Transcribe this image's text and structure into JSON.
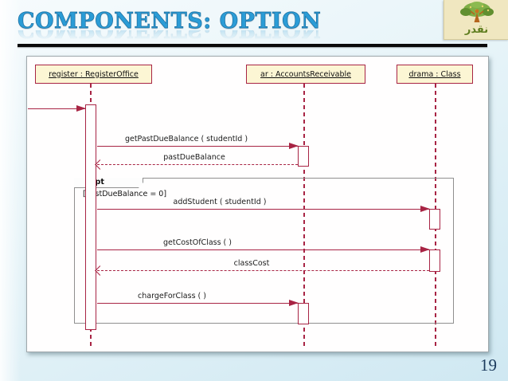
{
  "title": "COMPONENTS: OPTION",
  "page_number": "19",
  "logo": {
    "arabic_text": "نقدر"
  },
  "diagram": {
    "participants": [
      {
        "label": "register : RegisterOffice"
      },
      {
        "label": "ar : AccountsReceivable"
      },
      {
        "label": "drama : Class"
      }
    ],
    "fragment": {
      "operator": "opt",
      "guard": "[pastDueBalance = 0]"
    },
    "messages": [
      {
        "label": "getPastDueBalance ( studentId )",
        "type": "sync"
      },
      {
        "label": "pastDueBalance",
        "type": "return"
      },
      {
        "label": "addStudent ( studentId )",
        "type": "sync"
      },
      {
        "label": "getCostOfClass ( )",
        "type": "sync"
      },
      {
        "label": "classCost",
        "type": "return"
      },
      {
        "label": "chargeForClass ( )",
        "type": "sync"
      }
    ],
    "colors": {
      "message_line": "#a82444",
      "participant_fill": "#fcf6d4",
      "participant_border": "#a82444",
      "fragment_border": "#8f8f8f",
      "title_blue": "#2b9cd6",
      "slide_background": "#cfe8f2"
    }
  }
}
